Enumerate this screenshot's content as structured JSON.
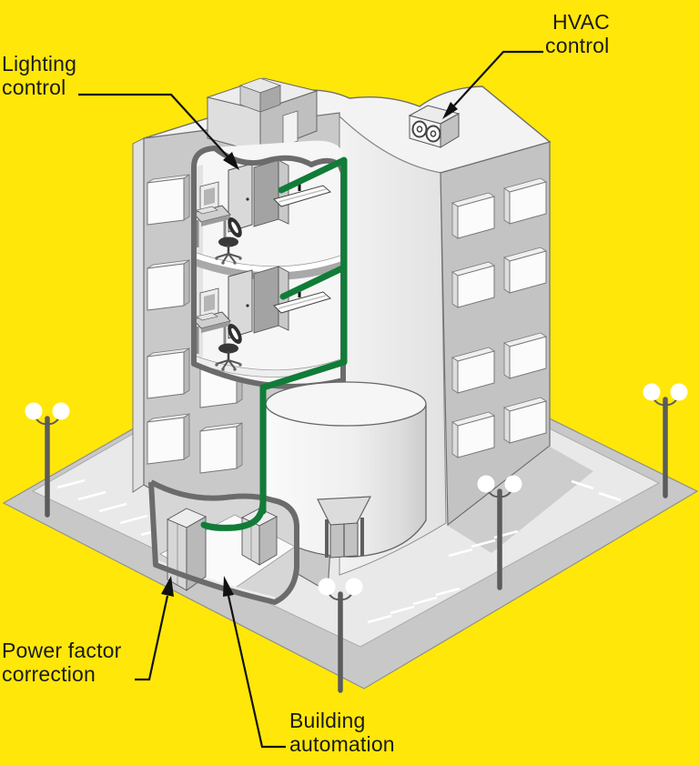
{
  "figure": {
    "description": "Isometric cutaway illustration of an office building showing automation systems, wired together by a green control cable"
  },
  "labels": {
    "lighting_control": "Lighting\ncontrol",
    "hvac_control": "HVAC\ncontrol",
    "power_factor_correction": "Power factor\ncorrection",
    "building_automation": "Building\nautomation"
  },
  "colors": {
    "background": "#ffe70a",
    "cable-green": "#117c38",
    "text": "#1a1a1a"
  }
}
